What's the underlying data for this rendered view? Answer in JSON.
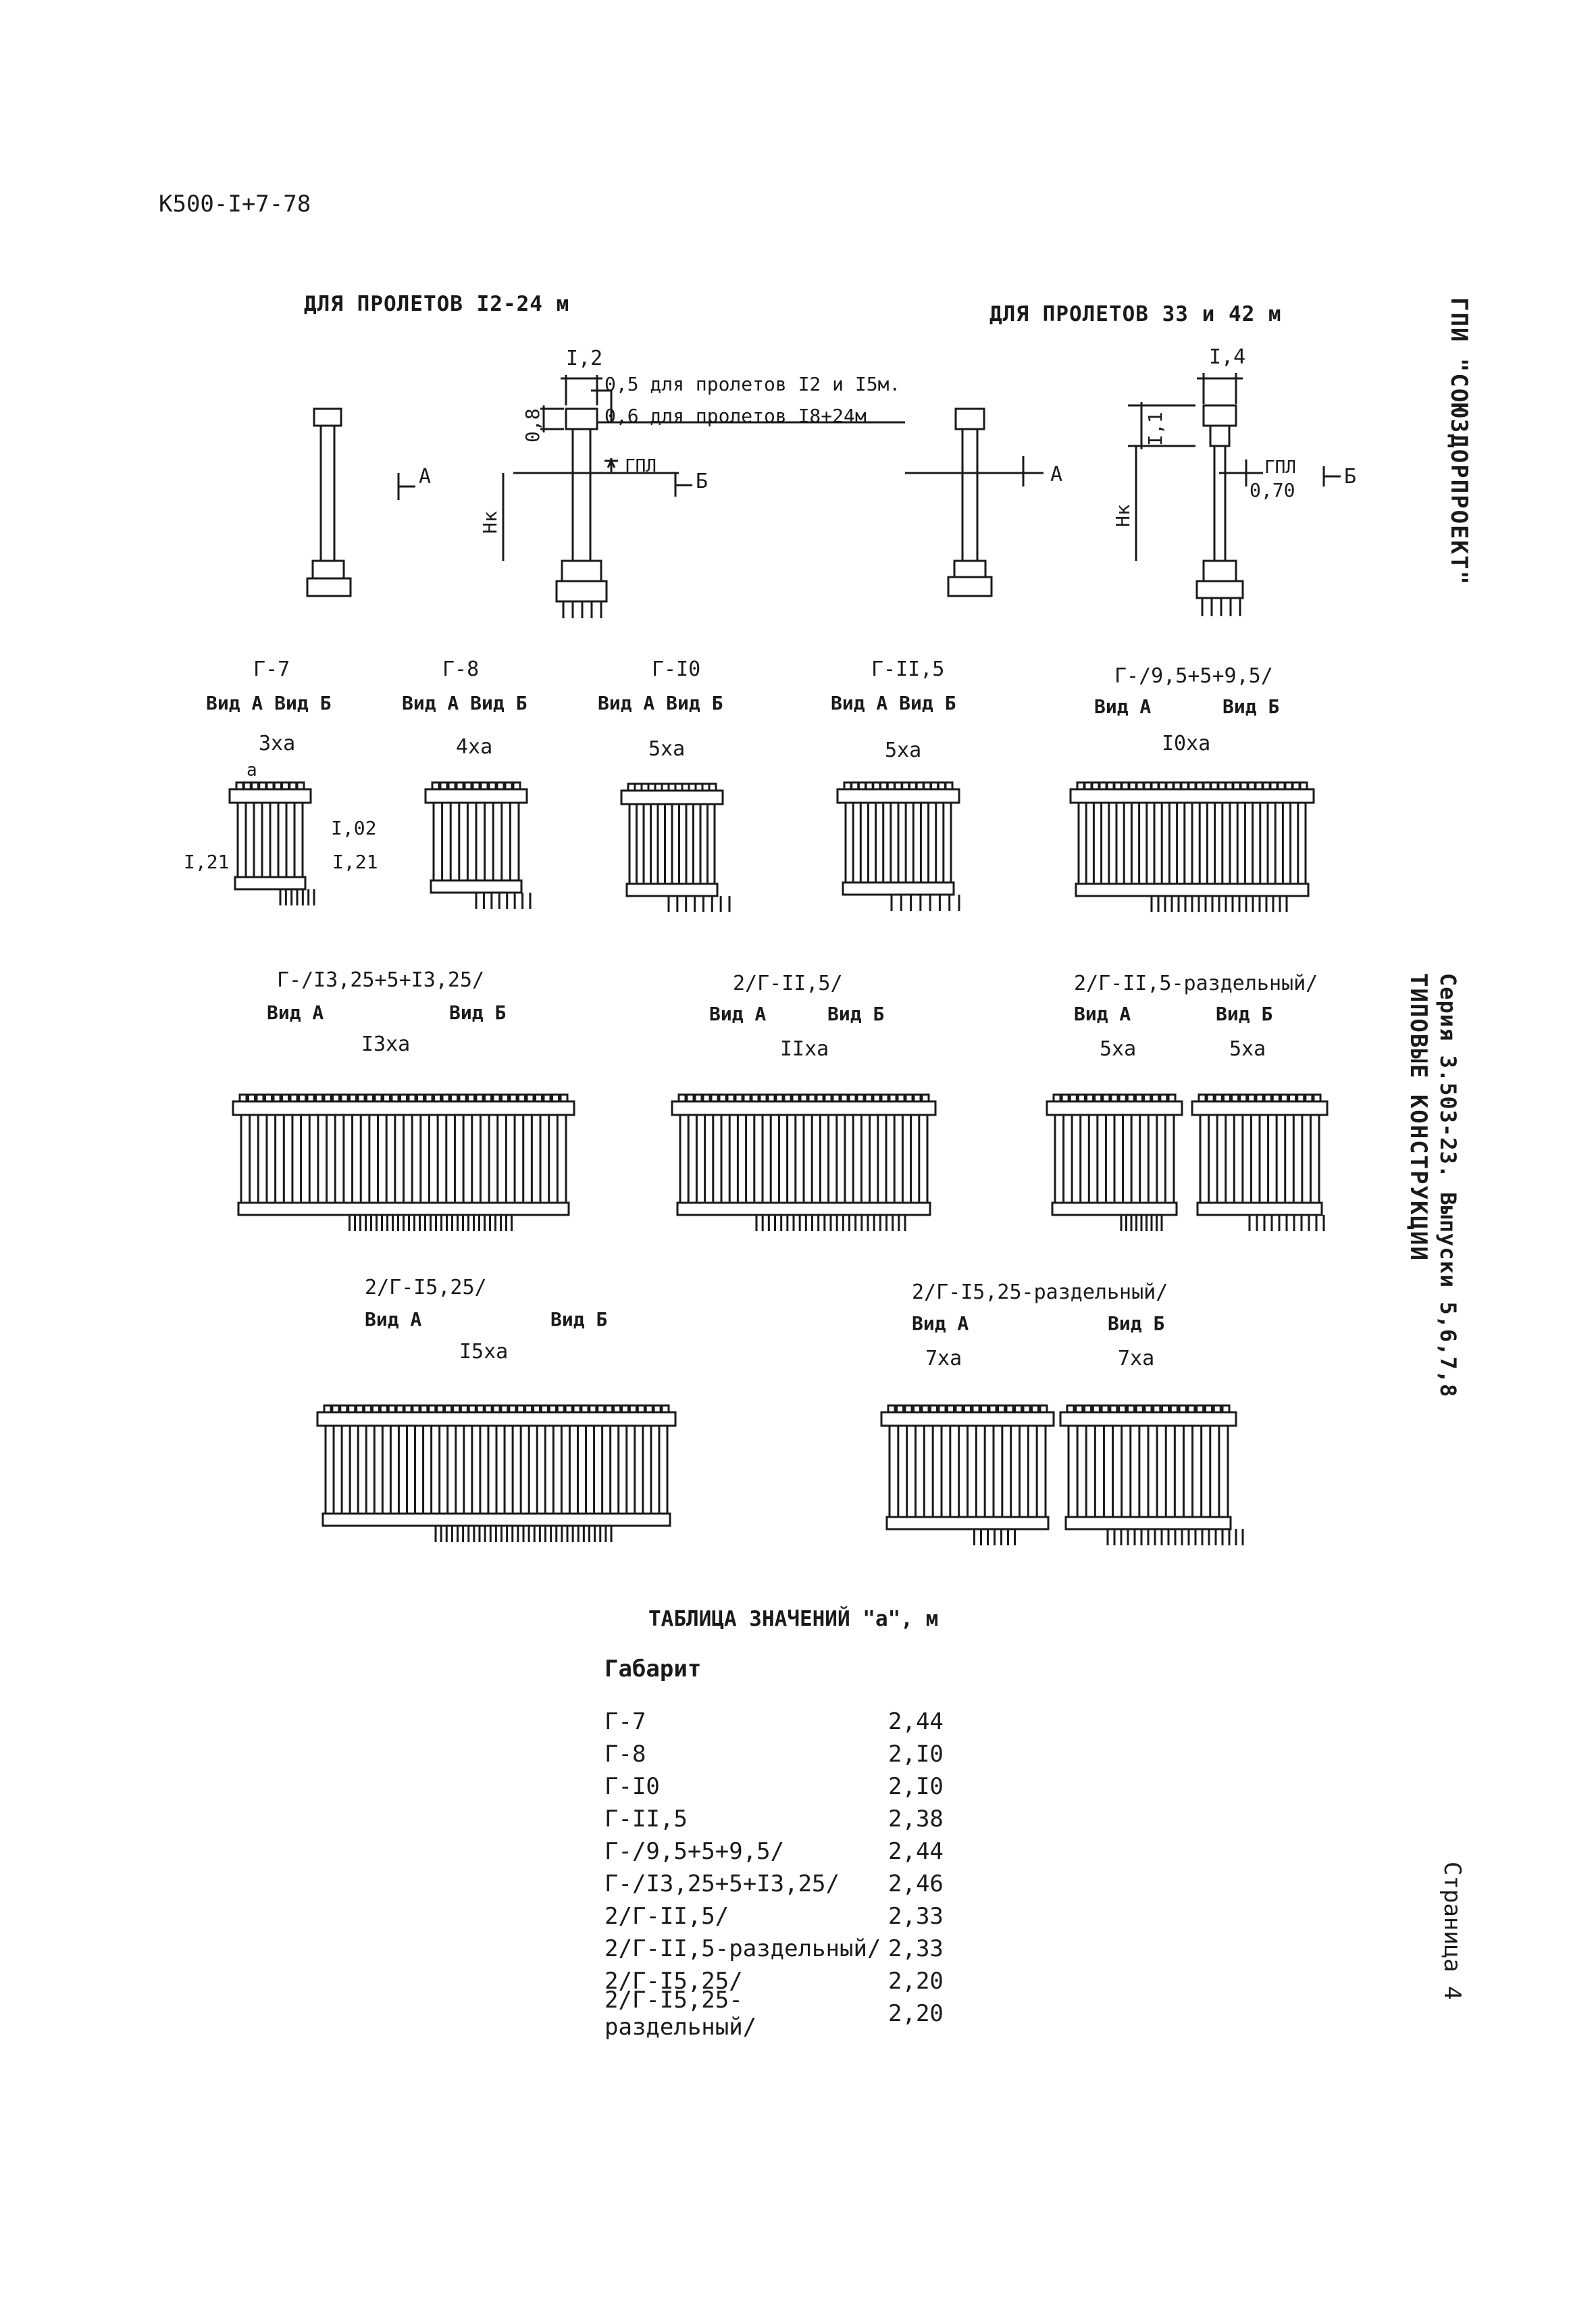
{
  "document_code": "К500-I+7-78",
  "headers": {
    "left": "ДЛЯ ПРОЛЕТОВ I2-24 м",
    "right": "ДЛЯ ПРОЛЕТОВ 33 и 42 м"
  },
  "side_text": {
    "org": "ГПИ \"СОЮЗДОРПРОЕКТ\"",
    "series_title": "ТИПОВЫЕ КОНСТРУКЦИИ",
    "series_sub": "Серия 3.503-23. Выпуски 5,6,7,8",
    "page": "Страница 4"
  },
  "elevation_left": {
    "dim_top": "I,2",
    "dim_cap": "0,8",
    "note1": "0,5 для пролетов I2 и I5м.",
    "note2": "0,6 для пролетов I8+24м",
    "level": "ГПЛ",
    "height": "Нк",
    "view_a": "А",
    "view_b": "Б"
  },
  "elevation_right": {
    "dim_top": "I,4",
    "dim_cap": "I,1",
    "dim_col": "0,70",
    "level": "ГПЛ",
    "height": "Нк",
    "view_a": "А",
    "view_b": "Б"
  },
  "gabarits": [
    {
      "name": "Г-7",
      "views": "Вид А Вид Б",
      "dim": "3ха",
      "a": "а",
      "d1": "I,02",
      "d2": "I,21",
      "d3": "I,21"
    },
    {
      "name": "Г-8",
      "views": "Вид А Вид Б",
      "dim": "4ха"
    },
    {
      "name": "Г-I0",
      "views": "Вид А Вид Б",
      "dim": "5ха"
    },
    {
      "name": "Г-II,5",
      "views": "Вид А Вид Б",
      "dim": "5ха"
    },
    {
      "name": "Г-/9,5+5+9,5/",
      "view_a": "Вид А",
      "view_b": "Вид Б",
      "dim": "I0ха"
    },
    {
      "name": "Г-/I3,25+5+I3,25/",
      "view_a": "Вид А",
      "view_b": "Вид Б",
      "dim": "I3ха"
    },
    {
      "name": "2/Г-II,5/",
      "view_a": "Вид А",
      "view_b": "Вид Б",
      "dim": "IIха"
    },
    {
      "name": "2/Г-II,5-раздельный/",
      "view_a": "Вид А",
      "view_b": "Вид Б",
      "dim_a": "5ха",
      "dim_b": "5ха"
    },
    {
      "name": "2/Г-I5,25/",
      "view_a": "Вид А",
      "view_b": "Вид Б",
      "dim": "I5ха"
    },
    {
      "name": "2/Г-I5,25-раздельный/",
      "view_a": "Вид А",
      "view_b": "Вид Б",
      "dim_a": "7ха",
      "dim_b": "7ха"
    }
  ],
  "table": {
    "title": "ТАБЛИЦА ЗНАЧЕНИЙ \"а\", м",
    "column_header": "Габарит",
    "rows": [
      {
        "gabarit": "Г-7",
        "value": "2,44"
      },
      {
        "gabarit": "Г-8",
        "value": "2,I0"
      },
      {
        "gabarit": "Г-I0",
        "value": "2,I0"
      },
      {
        "gabarit": "Г-II,5",
        "value": "2,38"
      },
      {
        "gabarit": "Г-/9,5+5+9,5/",
        "value": "2,44"
      },
      {
        "gabarit": "Г-/I3,25+5+I3,25/",
        "value": "2,46"
      },
      {
        "gabarit": "2/Г-II,5/",
        "value": "2,33"
      },
      {
        "gabarit": "2/Г-II,5-раздельный/",
        "value": "2,33"
      },
      {
        "gabarit": "2/Г-I5,25/",
        "value": "2,20"
      },
      {
        "gabarit": "2/Г-I5,25-раздельный/",
        "value": "2,20"
      }
    ]
  }
}
